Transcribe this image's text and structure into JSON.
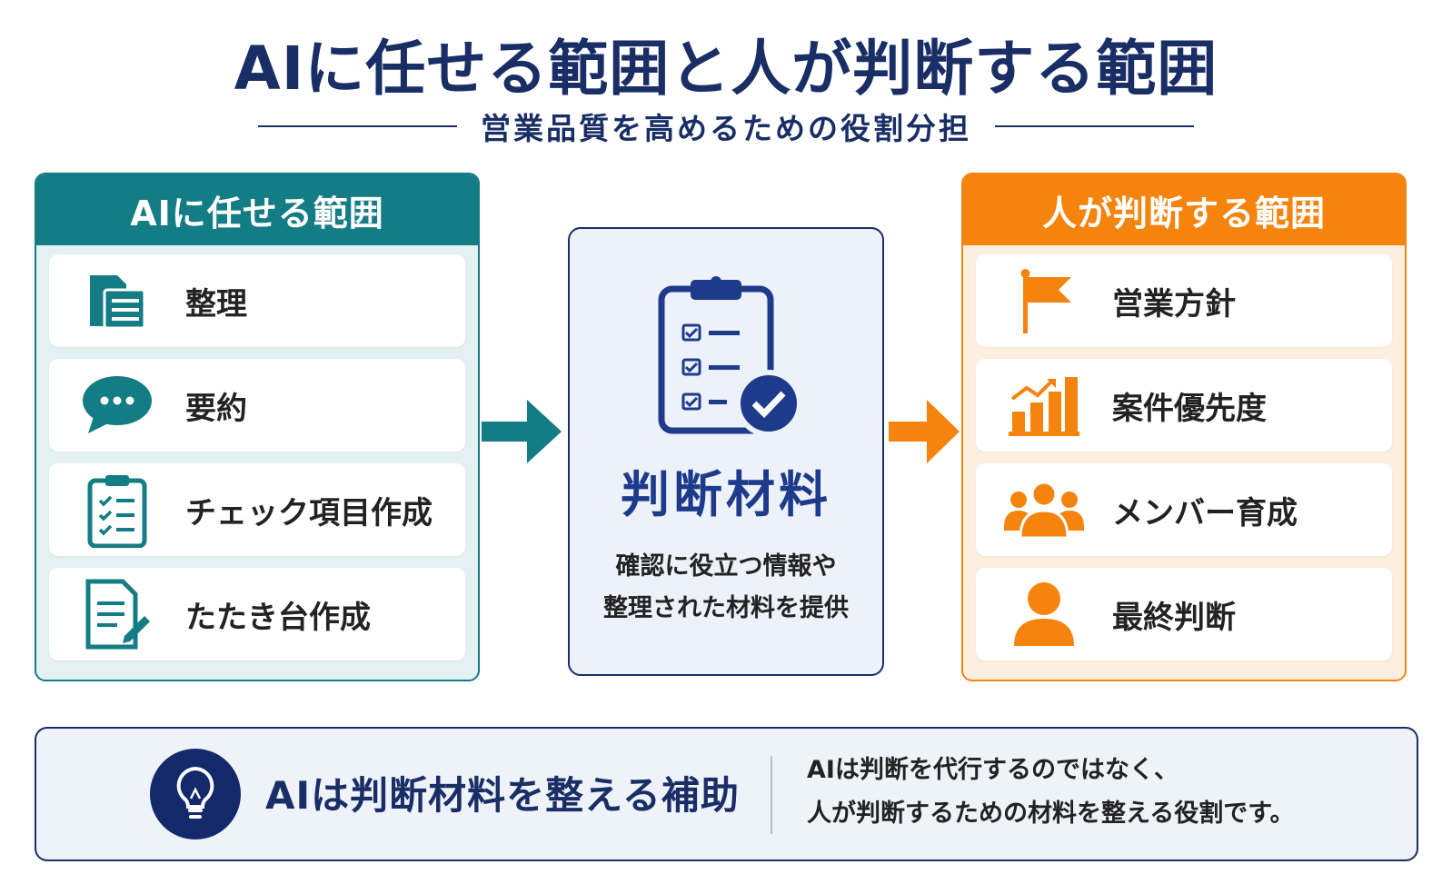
{
  "title": "AIに任せる範囲と人が判断する範囲",
  "subtitle": "営業品質を高めるための役割分担",
  "ai_panel": {
    "header": "AIに任せる範囲",
    "items": [
      {
        "label": "整理",
        "icon": "folder-document-icon"
      },
      {
        "label": "要約",
        "icon": "speech-bubble-icon"
      },
      {
        "label": "チェック項目作成",
        "icon": "clipboard-checklist-icon"
      },
      {
        "label": "たたき台作成",
        "icon": "document-pencil-icon"
      }
    ]
  },
  "center": {
    "title": "判断材料",
    "desc_line1": "確認に役立つ情報や",
    "desc_line2": "整理された材料を提供",
    "icon": "clipboard-check-icon"
  },
  "human_panel": {
    "header": "人が判断する範囲",
    "items": [
      {
        "label": "営業方針",
        "icon": "flag-icon"
      },
      {
        "label": "案件優先度",
        "icon": "bar-chart-icon"
      },
      {
        "label": "メンバー育成",
        "icon": "team-icon"
      },
      {
        "label": "最終判断",
        "icon": "person-icon"
      }
    ]
  },
  "banner": {
    "title": "AIは判断材料を整える補助",
    "text_line1": "AIは判断を代行するのではなく、",
    "text_line2": "人が判断するための材料を整える役割です。",
    "icon": "lightbulb-icon"
  },
  "colors": {
    "navy": "#1a2e66",
    "teal": "#137c84",
    "orange": "#f4840e",
    "blue": "#1e3a8a"
  }
}
